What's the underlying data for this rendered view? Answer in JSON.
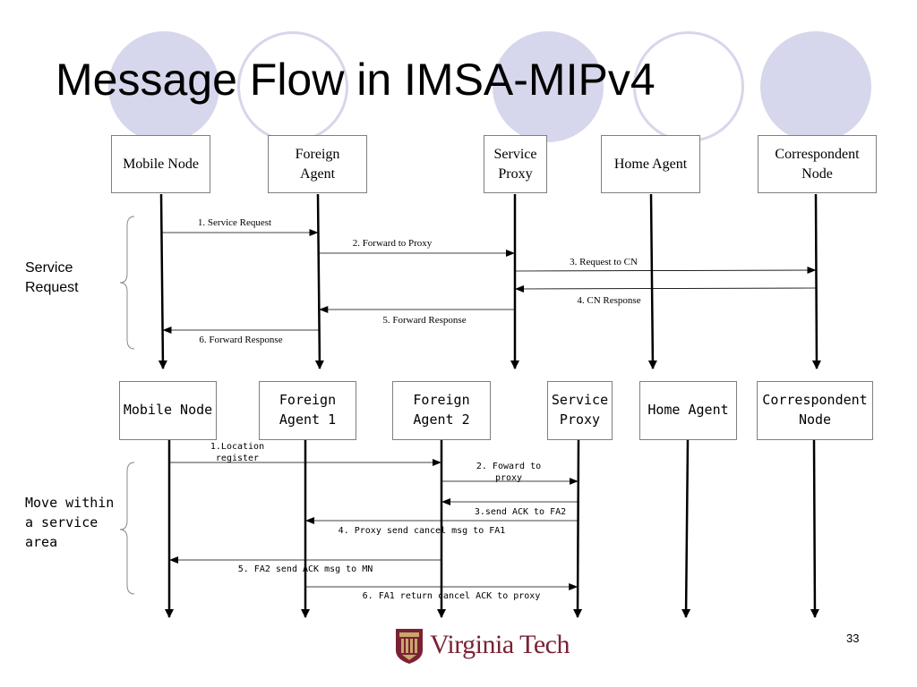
{
  "slide": {
    "title": "Message Flow in IMSA-MIPv4",
    "page_number": "33",
    "logo_text": "Virginia Tech"
  },
  "diagram1": {
    "side_label": "Service\nRequest",
    "nodes": [
      "Mobile Node",
      "Foreign\nAgent",
      "Service\nProxy",
      "Home  Agent",
      "Correspondent\nNode"
    ],
    "messages": [
      {
        "label": "1. Service Request",
        "from": 0,
        "to": 1
      },
      {
        "label": "2. Forward to Proxy",
        "from": 1,
        "to": 2
      },
      {
        "label": "3. Request to CN",
        "from": 2,
        "to": 4
      },
      {
        "label": "4. CN Response",
        "from": 4,
        "to": 2
      },
      {
        "label": "5. Forward Response",
        "from": 2,
        "to": 1
      },
      {
        "label": "6. Forward Response",
        "from": 1,
        "to": 0
      }
    ]
  },
  "diagram2": {
    "side_label": "Move within\na service\narea",
    "nodes": [
      "Mobile Node",
      "Foreign\nAgent 1",
      "Foreign\nAgent 2",
      "Service\nProxy",
      "Home  Agent",
      "Correspondent\nNode"
    ],
    "messages": [
      {
        "label": "1.Location\nregister",
        "from": 0,
        "to": 2
      },
      {
        "label": "2. Foward to\nproxy",
        "from": 2,
        "to": 3
      },
      {
        "label": "3.send ACK to FA2",
        "from": 3,
        "to": 2
      },
      {
        "label": "4. Proxy send cancel msg to FA1",
        "from": 3,
        "to": 1
      },
      {
        "label": "5. FA2 send ACK msg to MN",
        "from": 2,
        "to": 0
      },
      {
        "label": "6. FA1 return cancel ACK to proxy",
        "from": 1,
        "to": 3
      }
    ]
  },
  "colors": {
    "decor_circle": "#d6d6ec",
    "brand": "#7a2233",
    "box_border": "#7f7f7f"
  }
}
